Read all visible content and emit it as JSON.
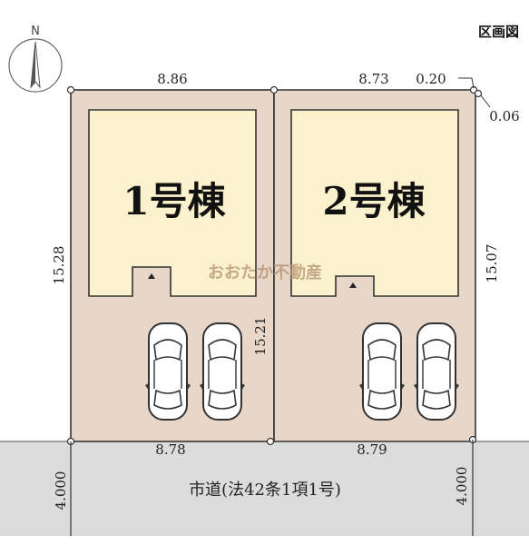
{
  "title": "区画図",
  "north_label": "N",
  "watermark": "おおたか不動産",
  "road_label": "市道(法42条1項1号)",
  "road_width": "4.000",
  "road_width_right": "4.000",
  "lots": [
    {
      "building": "1号棟",
      "top": "8.86",
      "bottom": "8.78",
      "side": "15.28"
    },
    {
      "building": "2号棟",
      "top": "8.73",
      "bottom": "8.79",
      "side": "15.07"
    }
  ],
  "middle_side": "15.21",
  "corner_offset_a": "0.20",
  "corner_offset_b": "0.06",
  "colors": {
    "lot": "#e8d7c8",
    "building": "#fbf1cc",
    "road": "#dcdcdc",
    "line": "#333333"
  }
}
